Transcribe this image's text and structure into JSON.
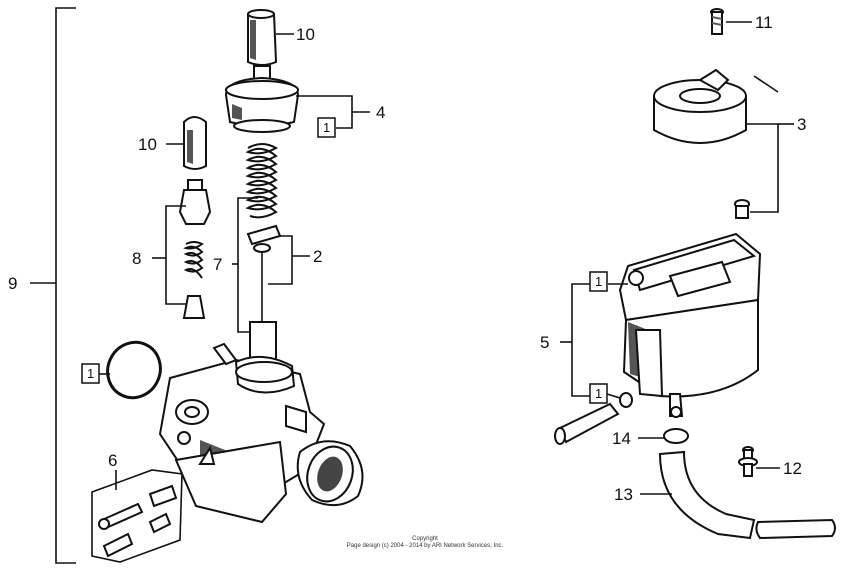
{
  "callouts": {
    "c1": "1",
    "c2": "2",
    "c3": "3",
    "c4": "4",
    "c5": "5",
    "c6": "6",
    "c7": "7",
    "c8": "8",
    "c9": "9",
    "c10": "10",
    "c11": "11",
    "c12": "12",
    "c13": "13",
    "c14": "14"
  },
  "boxed_label": "1",
  "copyright": {
    "line1": "Copyright",
    "line2": "Page design (c) 2004 - 2014 by ARI Network Services, Inc."
  }
}
